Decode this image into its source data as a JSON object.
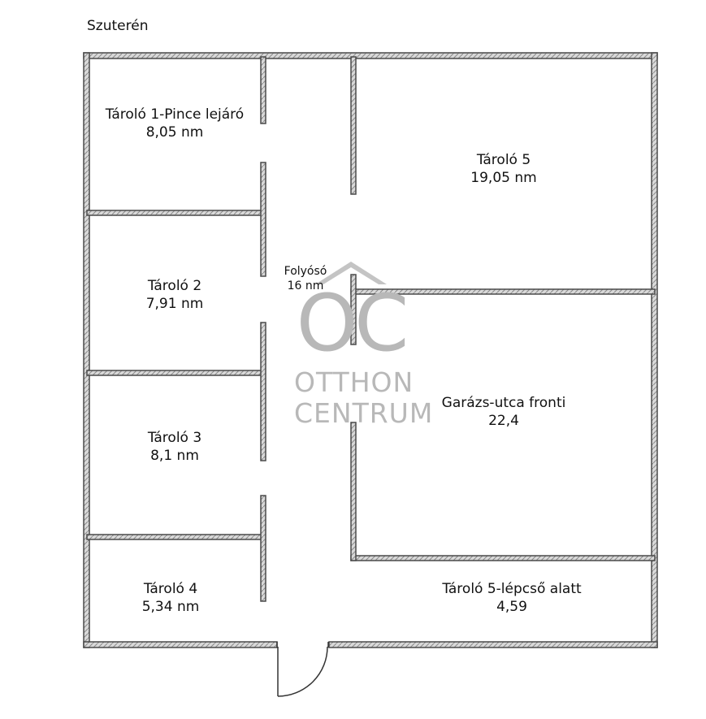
{
  "floor_title": "Szuterén",
  "rooms": [
    {
      "name": "Tároló 1-Pince lejáró",
      "area": "8,05 nm"
    },
    {
      "name": "Tároló 2",
      "area": "7,91 nm"
    },
    {
      "name": "Tároló 3",
      "area": "8,1 nm"
    },
    {
      "name": "Tároló 4",
      "area": "5,34 nm"
    },
    {
      "name": "Folyósó",
      "area": "16 nm"
    },
    {
      "name": "Tároló 5",
      "area": "19,05 nm"
    },
    {
      "name": "Garázs-utca fronti",
      "area": "22,4"
    },
    {
      "name": "Tároló 5-lépcső alatt",
      "area": "4,59"
    }
  ],
  "watermark": {
    "monogram": "OC",
    "line1": "OTTHON",
    "line2": "CENTRUM",
    "color": "#b8b8b8"
  },
  "colors": {
    "wall": "#4a4a4a",
    "wall_fill": "#d9d9d9",
    "background": "#ffffff"
  }
}
